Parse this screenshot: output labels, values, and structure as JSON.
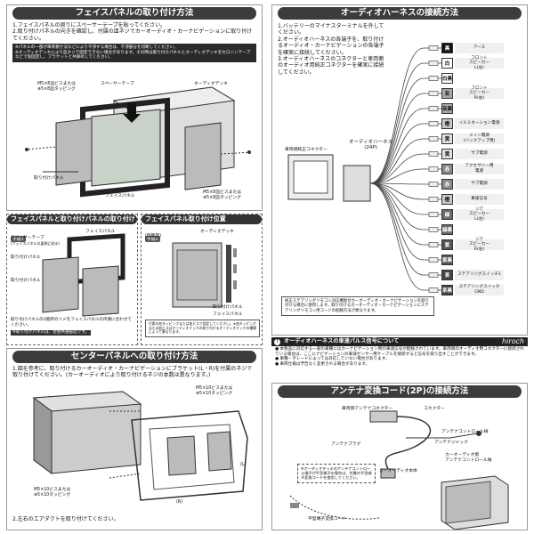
{
  "left_top": {
    "title": "フェイスパネルの取り付け方法",
    "steps": [
      "1.フェイスパネルの周りにスペーサーテープを貼ってください。",
      "2.取り付けパネルの向きを確認し、付属の皿ネジでカーオーディオ・カーナビゲーションに取り付けてください。"
    ],
    "notes": [
      "※パネルの一部が車両側寸法などにより干渉する場合は、干渉部分を切断してください。",
      "※オーディオデッキにより皿ネジで固定できない場合があります。その際は取り付けパネルとオーディオデッキをセロハンテープなどで仮固定し、ブラケットと共締めしてください。"
    ],
    "labels": {
      "screw_top": "M5×8皿ビスまたは\n⊕5×8皿タッピング",
      "spacer": "スペーサーテープ",
      "deck": "オーディオデッキ",
      "mount_panel": "取り付けパネル",
      "face_panel": "フェイスパネル",
      "screw_bottom": "M5×8皿ビスまたは\n⊕5×8皿タッピング"
    }
  },
  "left_mid": {
    "box1_title": "フェイスパネルと取り付けパネルの取り付け",
    "box2_title": "フェイスパネル取り付け位置",
    "step1": "手順1",
    "step2": "手順2",
    "step2_sub": "(側面図)",
    "labels": {
      "face_panel": "フェイスパネル",
      "spacer_tape": "スペーサーテープ",
      "spacer_note": "(フェイスパネルの裏側に貼る)",
      "mount_panel": "取り付けパネル",
      "mount_panel2": "取り付けパネル",
      "deck": "オーディオデッキ",
      "mount_panel3": "取り付けパネル",
      "face_panel2": "フェイスパネル"
    },
    "bottom_note1": "取り付けパネルの2箇所のツメをフェイスパネルの内側に合わせてください。",
    "bottom_note2": "※取り付けパネルは、左右共通部品です。",
    "screw_note": "付属の皿タッピングまたは皿ビスで固定してください。※皿タッピングまたは皿ビスはオーディオデッキの取り付けるオーディオデッキの種類によって異なります。"
  },
  "left_bottom": {
    "title": "センターパネルへの取り付け方法",
    "step1": "1.図を参考に、取り付けるカーオーディオ・カーナビゲーションにブラケット(L・R)を付属のネジで取り付けてください。(カーオーディオにより取り付けるネジの本数は異なります。)",
    "step2": "2.左右のエアダクトを取り付けてください。",
    "labels": {
      "screw_top": "M5×10ビスまたは\n⊕5×10タッピング",
      "screw_bottom": "M5×10ビスまたは\n⊕5×10タッピング",
      "L": "(L)",
      "R": "(R)"
    }
  },
  "right_top": {
    "title": "オーディオハーネスの接続方法",
    "steps": [
      "1.バッテリーのマイナスターミナルを外してください。",
      "2.オーディオハーネスの各端子を、取り付けるオーディオ・カーナビゲーションの各端子を確実に接続してください。",
      "3.オーディオハーネスのコネクターと車両側のオーディオ用純正コネクターを確実に接続してください。"
    ],
    "labels": {
      "vehicle_connector": "車両側純正コネクター",
      "harness": "オーディオハーネス\n(24P)",
      "steering_note": "純正ステアリングリモコン対応機能付カーオーディオ・カーナビゲーションを取り付ける場合に使用します。取り付けるカーオーディオ・カーナビゲーションにステアリングリモコン用コードの配線方法が異なります。"
    },
    "wires": [
      {
        "color_name": "黒",
        "bg": "#111111",
        "fg": "#ffffff",
        "function": "アース"
      },
      {
        "color_name": "白",
        "bg": "#ffffff",
        "fg": "#111111",
        "function": "フロント\nスピーカー\nL(左)"
      },
      {
        "color_name": "白黒",
        "bg": "#ffffff",
        "fg": "#111111",
        "function": ""
      },
      {
        "color_name": "灰",
        "bg": "#a8a8a8",
        "fg": "#111111",
        "function": "フロント\nスピーカー\nR(右)"
      },
      {
        "color_name": "灰黒",
        "bg": "#a8a8a8",
        "fg": "#111111",
        "function": ""
      },
      {
        "color_name": "橙",
        "bg": "#c8c8c8",
        "fg": "#111111",
        "function": "イルミネーション電源"
      },
      {
        "color_name": "黄",
        "bg": "#e0e0e0",
        "fg": "#111111",
        "function": "メイン電源\n(バックアップ用)"
      },
      {
        "color_name": "黄",
        "bg": "#e0e0e0",
        "fg": "#111111",
        "function": "サブ電源"
      },
      {
        "color_name": "赤",
        "bg": "#8a8a8a",
        "fg": "#ffffff",
        "function": "アクセサリー用\n電源"
      },
      {
        "color_name": "赤",
        "bg": "#8a8a8a",
        "fg": "#ffffff",
        "function": "サブ電源"
      },
      {
        "color_name": "橙",
        "bg": "#c8c8c8",
        "fg": "#111111",
        "function": "車速信号"
      },
      {
        "color_name": "緑",
        "bg": "#6a6a6a",
        "fg": "#ffffff",
        "function": "リア\nスピーカー\nL(左)"
      },
      {
        "color_name": "緑黒",
        "bg": "#6a6a6a",
        "fg": "#ffffff",
        "function": ""
      },
      {
        "color_name": "紫",
        "bg": "#555555",
        "fg": "#ffffff",
        "function": "リア\nスピーカー\nR(右)"
      },
      {
        "color_name": "紫黒",
        "bg": "#555555",
        "fg": "#ffffff",
        "function": ""
      },
      {
        "color_name": "茶",
        "bg": "#444444",
        "fg": "#ffffff",
        "function": "ステアリングスイッチ1"
      },
      {
        "color_name": "茶黒",
        "bg": "#444444",
        "fg": "#ffffff",
        "function": "ステアリングスイッチ\nGND"
      }
    ]
  },
  "right_mid": {
    "band_title": "オーディオハーネスの車速パルス信号について",
    "brand": "hiroch",
    "notes": [
      "● 本製品に対応する一部の車種にはカーナビゲーション用の車速信号が配線されています。車両側のオーディオ用コネクターに接続されている場合は、ここにナビゲーションの車速センサー用ケーブルを接続すると信号を取り出すことができます。",
      "● 車種・グレードによっては対応していない場合があります。",
      "● 車両仕様は予告なく変更される場合があります。"
    ]
  },
  "right_bottom": {
    "title": "アンテナ変換コード(2P)の接続方法",
    "labels": {
      "vehicle_antenna": "車両側アンテナコネクター",
      "connector": "コネクター",
      "antenna_control": "アンテナコントロール線",
      "antenna_plug": "アンテナプラグ",
      "antenna_jack": "アンテナジャック",
      "audio_side": "カーオーディオ側\nアンテナコントロール線",
      "car_audio": "カーオーディオ本体",
      "flat_code": "平型端子変換コード",
      "note": "※オーディオデッキのアンテナコントロール端子が平型端子の場合は、付属の平型端子変換コードを使用してください。"
    }
  }
}
